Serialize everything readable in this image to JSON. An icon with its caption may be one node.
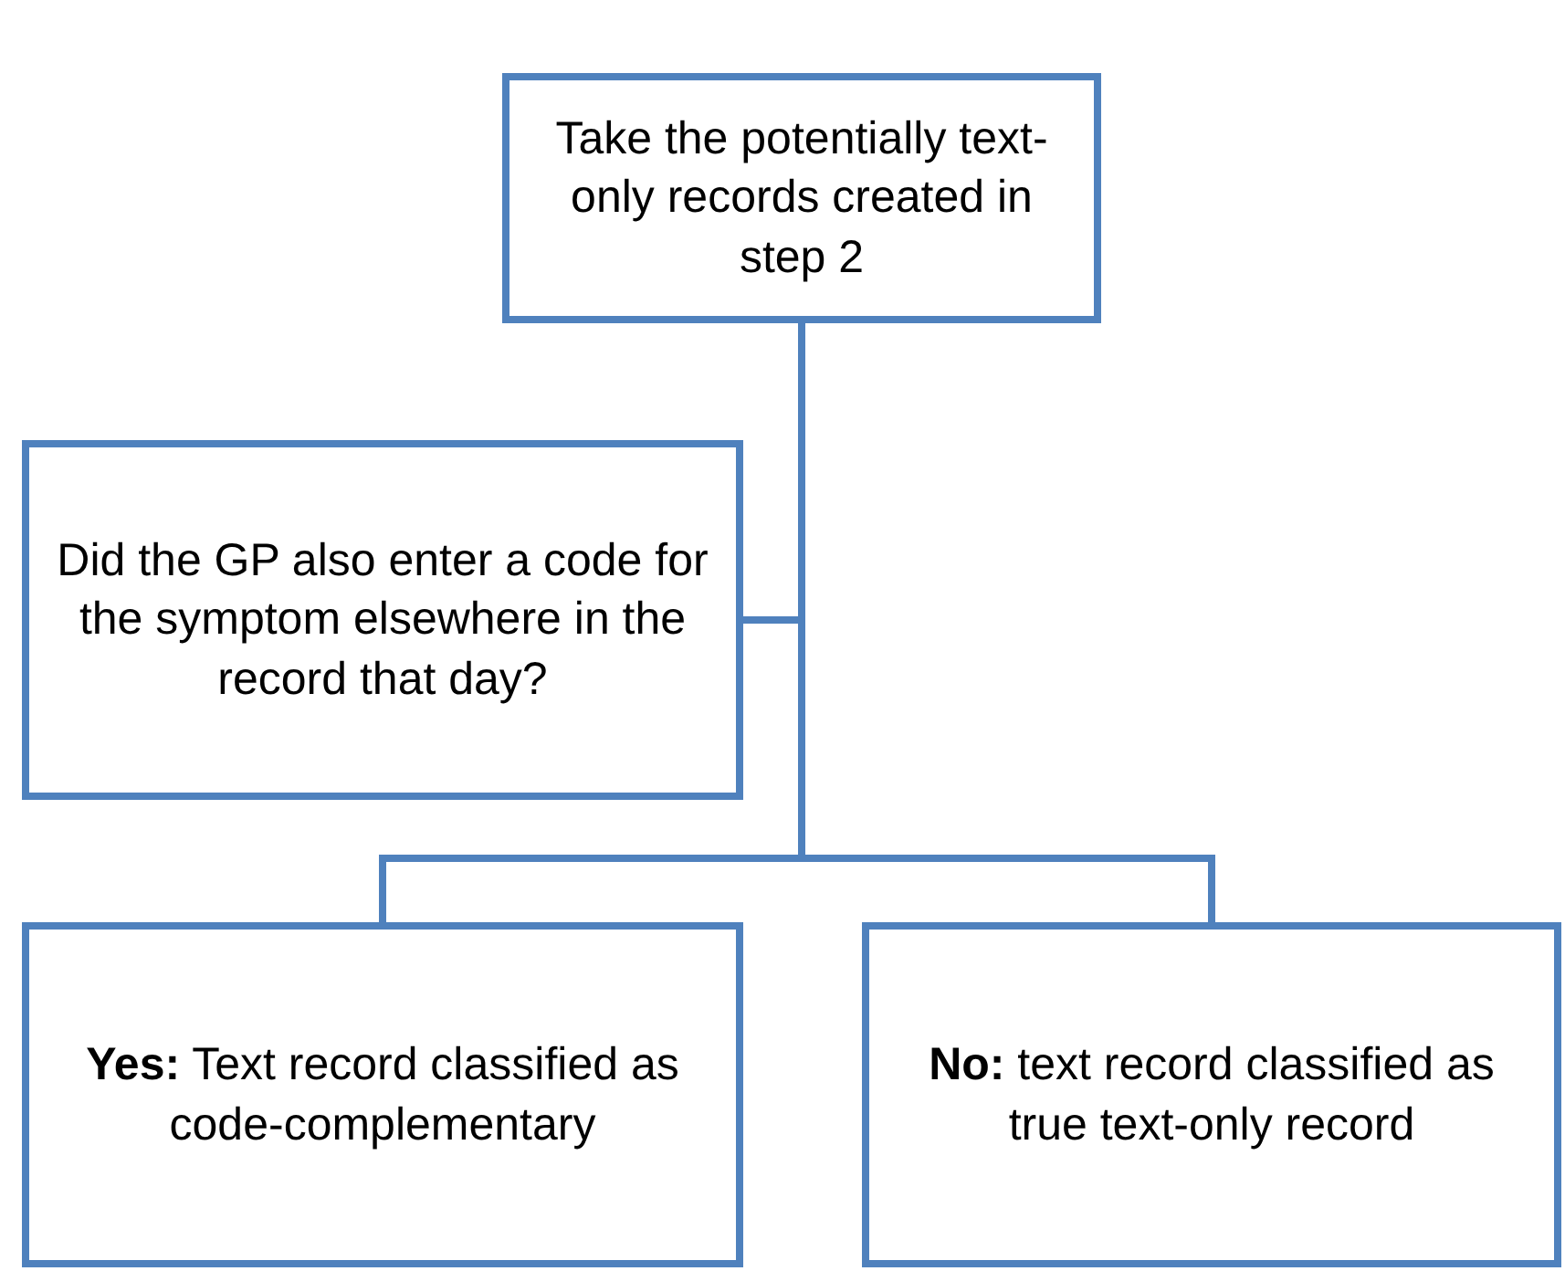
{
  "diagram": {
    "nodes": [
      {
        "text": [
          "Take the potentially text-only records created in step 2"
        ]
      },
      {
        "text": [
          "Did the GP also enter a code for the symptom elsewhere in the record that day?"
        ]
      },
      {
        "text": [
          "**Yes:** Text record classified as code-complementary"
        ]
      },
      {
        "text": [
          "**No:** text record classified as true text-only record"
        ]
      }
    ],
    "edges": [
      {
        "from": 0,
        "to": 1,
        "arrow": "none"
      },
      {
        "from": 0,
        "to": 2,
        "arrow": "none"
      },
      {
        "from": 0,
        "to": 3,
        "arrow": "none"
      }
    ]
  }
}
